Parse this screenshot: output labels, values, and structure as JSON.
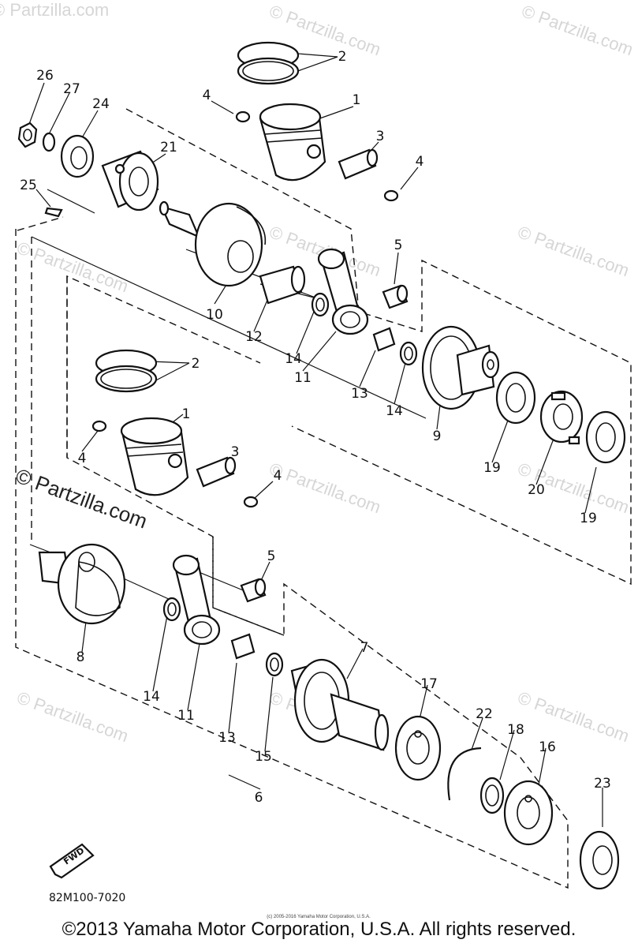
{
  "watermark": {
    "text": "© Partzilla.com",
    "main_text": "© Partzilla.com"
  },
  "diagram_code": "82M100-7020",
  "fwd_label": "FWD",
  "small_notice": "(c) 2005-2016 Yamaha Motor Corporation, U.S.A.",
  "copyright": "©2013 Yamaha Motor Corporation, U.S.A. All rights reserved.",
  "callouts": {
    "c26": "26",
    "c27": "27",
    "c24": "24",
    "c21": "21",
    "c25": "25",
    "c2a": "2",
    "c4a": "4",
    "c1a": "1",
    "c3a": "3",
    "c4b": "4",
    "c10": "10",
    "c12": "12",
    "c5a": "5",
    "c14a": "14",
    "c11a": "11",
    "c13a": "13",
    "c14b": "14",
    "c9": "9",
    "c19a": "19",
    "c20": "20",
    "c19b": "19",
    "c2b": "2",
    "c1b": "1",
    "c4c": "4",
    "c3b": "3",
    "c4d": "4",
    "c5b": "5",
    "c8": "8",
    "c14c": "14",
    "c11b": "11",
    "c13b": "13",
    "c15": "15",
    "c7": "7",
    "c17": "17",
    "c22": "22",
    "c18": "18",
    "c16": "16",
    "c23": "23",
    "c6": "6"
  }
}
